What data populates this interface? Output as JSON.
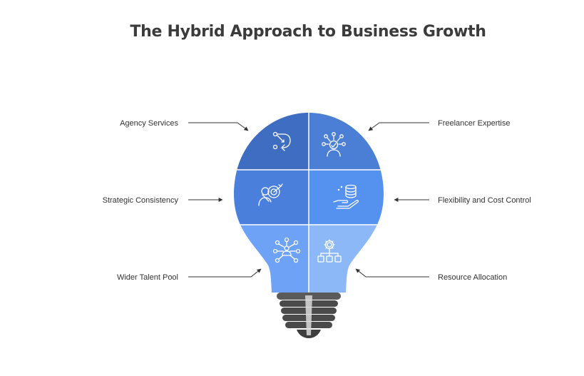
{
  "title": "The Hybrid Approach to Business Growth",
  "labels": {
    "agency_services": "Agency Services",
    "freelancer_expertise": "Freelancer Expertise",
    "strategic_consistency": "Strategic Consistency",
    "flexibility_cost_control": "Flexibility and Cost Control",
    "wider_talent_pool": "Wider Talent Pool",
    "resource_allocation": "Resource Allocation"
  },
  "icons": {
    "agency_services": "merge-arrows-icon",
    "freelancer_expertise": "person-network-icon",
    "strategic_consistency": "target-strategy-icon",
    "flexibility_cost_control": "hand-money-stack-icon",
    "wider_talent_pool": "talent-network-icon",
    "resource_allocation": "gear-hierarchy-icon"
  },
  "colors": {
    "top_left": "#3e6dc2",
    "top_right": "#4b7fd6",
    "mid_left": "#4a7fdb",
    "mid_right": "#5592ef",
    "bottom_left": "#6ea2f6",
    "bottom_right": "#8db8f7",
    "base": "#4a4a4a",
    "text": "#333333"
  }
}
